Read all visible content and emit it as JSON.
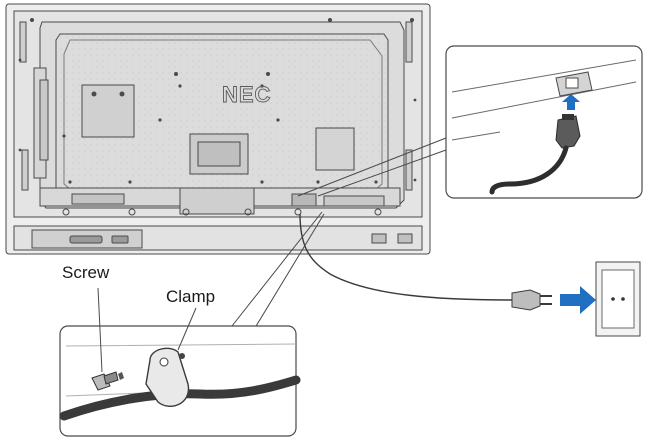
{
  "brand": "NEC",
  "labels": {
    "screw": "Screw",
    "clamp": "Clamp"
  },
  "colors": {
    "line": "#4a4a4a",
    "panel_fill": "#e6e6e6",
    "panel_inner": "#d2d2d2",
    "accent_arrow": "#1f6fc2",
    "cable": "#3a3a3a"
  },
  "icons": {
    "power_inlet": "ac-inlet-icon",
    "plug": "power-plug-icon",
    "outlet": "wall-outlet-icon",
    "arrow": "arrow-right-icon"
  }
}
